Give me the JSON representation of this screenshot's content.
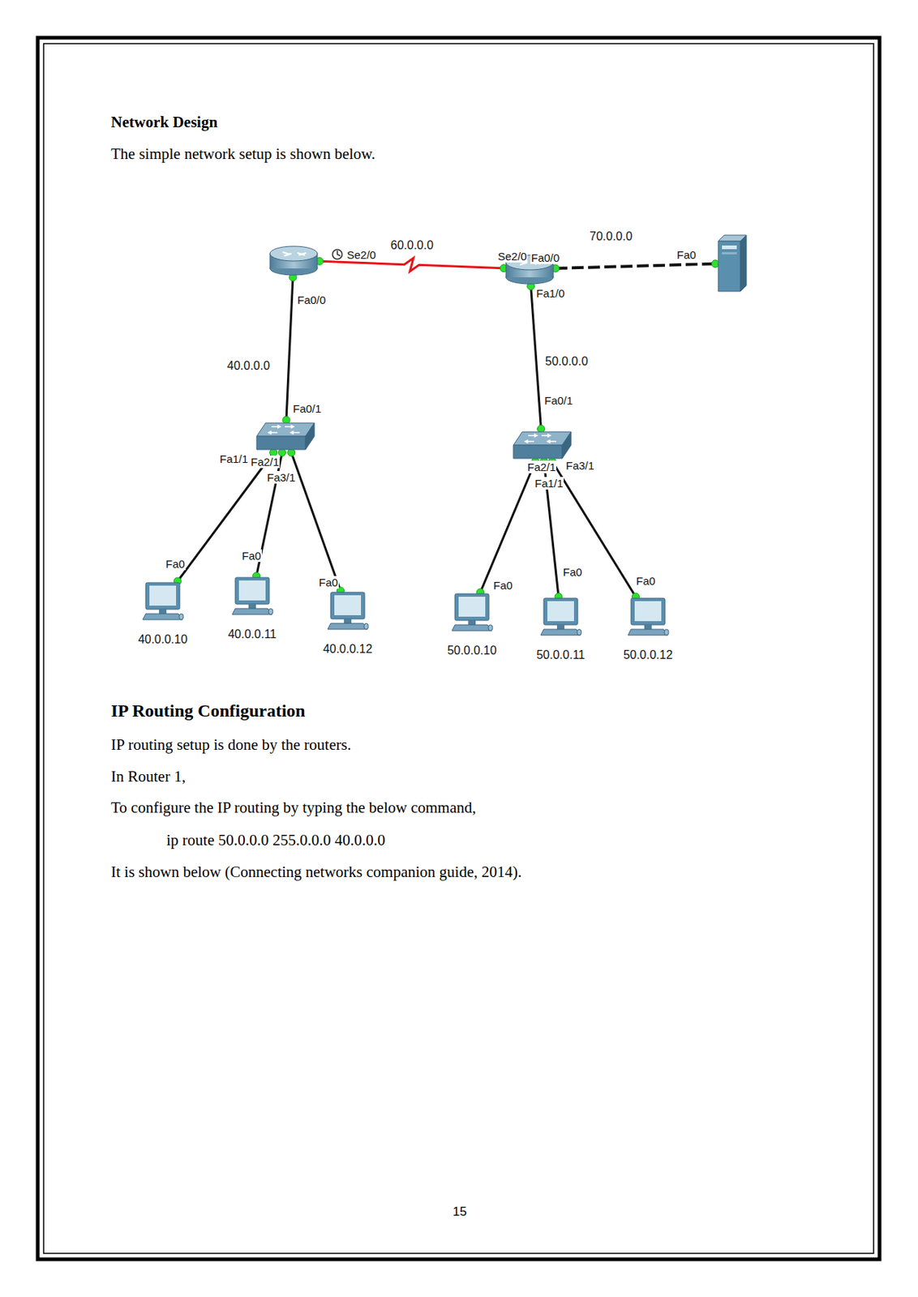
{
  "diagram": {
    "title": "Network Design",
    "nodes": [
      {
        "text": []
      },
      {
        "text": []
      },
      {
        "text": []
      },
      {
        "text": []
      },
      {
        "text": []
      },
      {
        "text": [
          "40.0.0.10"
        ]
      },
      {
        "text": [
          "40.0.0.11"
        ]
      },
      {
        "text": [
          "40.0.0.12"
        ]
      },
      {
        "text": [
          "50.0.0.10"
        ]
      },
      {
        "text": [
          "50.0.0.11"
        ]
      },
      {
        "text": [
          "50.0.0.12"
        ]
      }
    ],
    "edges": [
      {
        "from": 0,
        "to": 1,
        "label": "60.0.0.0",
        "arrow": "none"
      },
      {
        "from": 1,
        "to": 2,
        "label": "70.0.0.0",
        "arrow": "none"
      },
      {
        "from": 0,
        "to": 3,
        "label": "40.0.0.0",
        "arrow": "none"
      },
      {
        "from": 1,
        "to": 4,
        "label": "50.0.0.0",
        "arrow": "none"
      },
      {
        "from": 3,
        "to": 5,
        "arrow": "none"
      },
      {
        "from": 3,
        "to": 6,
        "arrow": "none"
      },
      {
        "from": 3,
        "to": 7,
        "arrow": "none"
      },
      {
        "from": 4,
        "to": 8,
        "arrow": "none"
      },
      {
        "from": 4,
        "to": 9,
        "arrow": "none"
      },
      {
        "from": 4,
        "to": 10,
        "arrow": "none"
      }
    ],
    "labels": [
      "The simple network setup is shown below.",
      "IP Routing Configuration",
      "IP routing setup is done by the routers.",
      "In Router 1,",
      "To configure the IP routing by typing the below command,",
      "ip route 50.0.0.0 255.0.0.0 40.0.0.0",
      "It is shown below (Connecting networks companion guide, 2014).",
      "15",
      "Se2/0",
      "Fa0/0",
      "Se2/0",
      "Fa0/0",
      "Fa1/0",
      "Fa0",
      "Fa0/1",
      "Fa1/1",
      "Fa2/1",
      "Fa3/1",
      "Fa0/1",
      "Fa1/1",
      "Fa2/1",
      "Fa3/1",
      "Fa0",
      "Fa0",
      "Fa0",
      "Fa0",
      "Fa0",
      "Fa0"
    ]
  }
}
